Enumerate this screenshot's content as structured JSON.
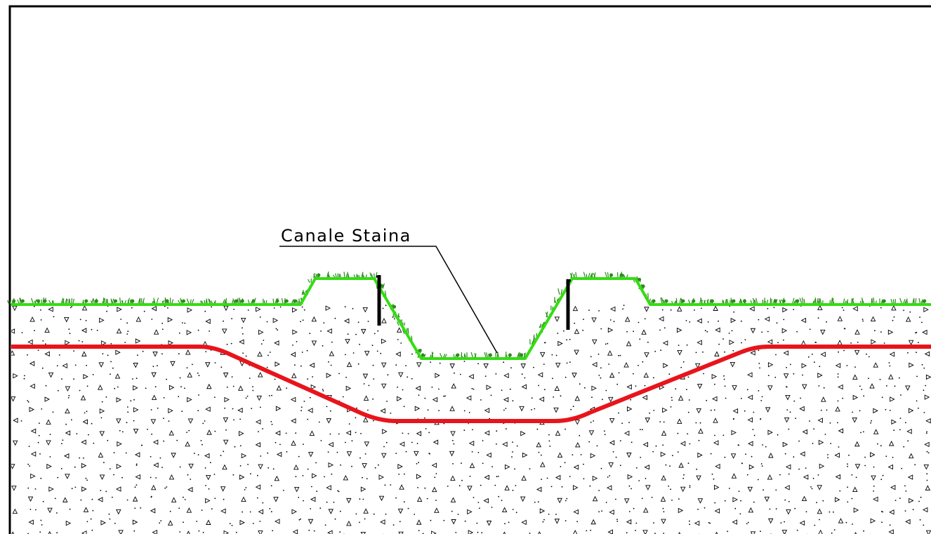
{
  "drawing": {
    "label": "Canale Staina"
  },
  "colors": {
    "background": "#ffffff",
    "frame": "#000000",
    "ground_line": "#33dd11",
    "pipe": "#e8141c",
    "vegetation": "#2e8a1e",
    "soil_texture": "#000000",
    "posts": "#000000"
  },
  "elements": {
    "soil": "soil-hatch",
    "ground_profile": "ground-profile-line",
    "pipe": "pipe-line",
    "posts": "fence-post-icon",
    "vegetation": "grass-tuft-icon"
  }
}
